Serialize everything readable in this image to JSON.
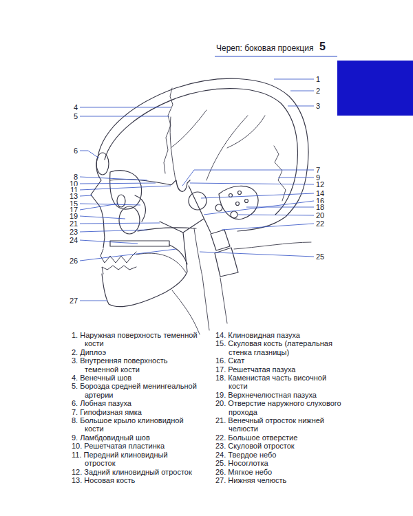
{
  "diagram": {
    "title": "Череп: боковая проекция",
    "labels": [
      "5",
      "1",
      "2",
      "3",
      "4",
      "5",
      "6",
      "7",
      "8",
      "9",
      "10",
      "11",
      "12",
      "13",
      "14",
      "15",
      "16",
      "17",
      "18",
      "19",
      "20",
      "21",
      "22",
      "23",
      "24",
      "25",
      "26",
      "27",
      "1. Наружная поверхность теменной кости",
      "2. Диплоэ",
      "3. Внутренняя поверхность теменной кости",
      "4. Венечный шов",
      "5. Борозда средней менингеальной артерии",
      "6. Лобная пазуха",
      "7. Гипофизная ямка",
      "8. Большое крыло клиновидной кости",
      "9. Ламбдовидный шов",
      "10. Решетчатая пластинка",
      "11. Передний клиновидный отросток",
      "12. Задний клиновидный отросток",
      "13. Носовая кость",
      "14. Клиновидная пазуха",
      "15. Скуловая кость (латеральная стенка глазницы)",
      "16. Скат",
      "17. Решетчатая пазуха",
      "18. Каменистая часть височной кости",
      "19. Верхнечелюстная пазуха",
      "20. Отверстие наружного слухового прохода",
      "21. Венечный отросток нижней челюсти",
      "22. Большое отверстие",
      "23. Скуловой отросток",
      "24. Твердое небо",
      "25. Носоглотка",
      "26. Мягкое небо",
      "27. Нижняя челюсть"
    ]
  }
}
